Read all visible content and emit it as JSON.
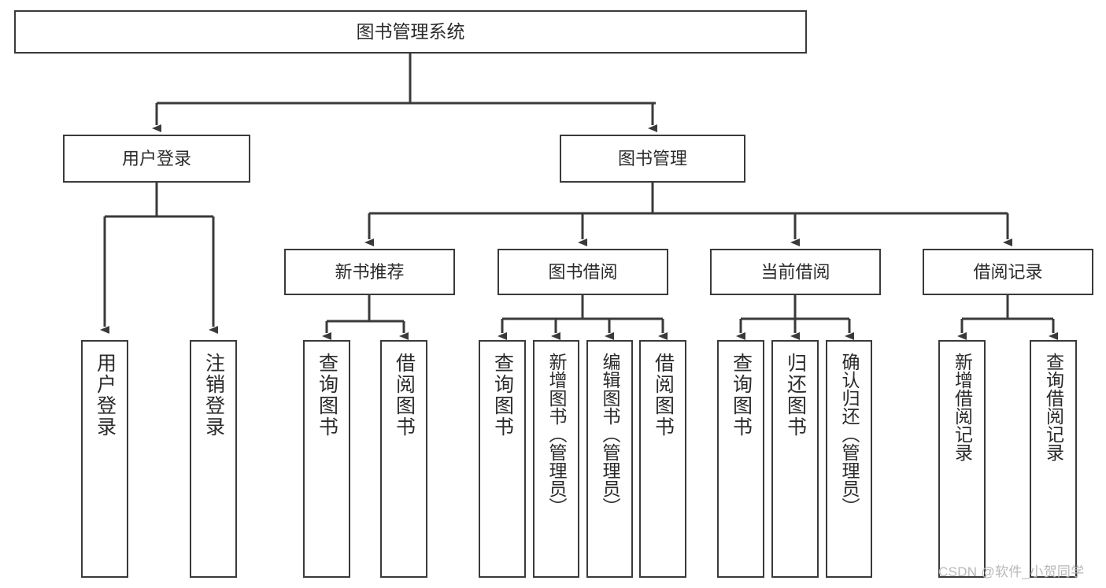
{
  "diagram": {
    "type": "tree-hierarchy-chart",
    "title": "图书管理系统",
    "line_color": "#3a3a3a",
    "box_fill": "#ffffff",
    "text_color": "#2b2b2b",
    "watermark": "CSDN @软件_小贺同学",
    "levels": [
      {
        "level": 1,
        "nodes": [
          {
            "id": "root",
            "label": "图书管理系统"
          }
        ]
      },
      {
        "level": 2,
        "nodes": [
          {
            "id": "user-login",
            "label": "用户登录",
            "parent": "root"
          },
          {
            "id": "book-manage",
            "label": "图书管理",
            "parent": "root"
          }
        ]
      },
      {
        "level": 3,
        "nodes": [
          {
            "id": "new-book-rec",
            "label": "新书推荐",
            "parent": "book-manage"
          },
          {
            "id": "book-borrow",
            "label": "图书借阅",
            "parent": "book-manage"
          },
          {
            "id": "current-borrow",
            "label": "当前借阅",
            "parent": "book-manage"
          },
          {
            "id": "borrow-record",
            "label": "借阅记录",
            "parent": "book-manage"
          }
        ]
      },
      {
        "level": 4,
        "nodes": [
          {
            "id": "leaf-user-login",
            "label": "用户登录",
            "parent": "user-login"
          },
          {
            "id": "leaf-user-logout",
            "label": "注销登录",
            "parent": "user-login"
          },
          {
            "id": "leaf-rec-query",
            "label": "查询图书",
            "parent": "new-book-rec"
          },
          {
            "id": "leaf-rec-borrow",
            "label": "借阅图书",
            "parent": "new-book-rec"
          },
          {
            "id": "leaf-borrow-query",
            "label": "查询图书",
            "parent": "book-borrow"
          },
          {
            "id": "leaf-borrow-add",
            "label": "新增图书（管理员）",
            "parent": "book-borrow"
          },
          {
            "id": "leaf-borrow-edit",
            "label": "编辑图书（管理员）",
            "parent": "book-borrow"
          },
          {
            "id": "leaf-borrow-lend",
            "label": "借阅图书",
            "parent": "book-borrow"
          },
          {
            "id": "leaf-cur-query",
            "label": "查询图书",
            "parent": "current-borrow"
          },
          {
            "id": "leaf-cur-return",
            "label": "归还图书",
            "parent": "current-borrow"
          },
          {
            "id": "leaf-cur-confirm",
            "label": "确认归还（管理员）",
            "parent": "current-borrow"
          },
          {
            "id": "leaf-rec-add",
            "label": "新增借阅记录",
            "parent": "borrow-record"
          },
          {
            "id": "leaf-rec-search",
            "label": "查询借阅记录",
            "parent": "borrow-record"
          }
        ]
      }
    ]
  }
}
